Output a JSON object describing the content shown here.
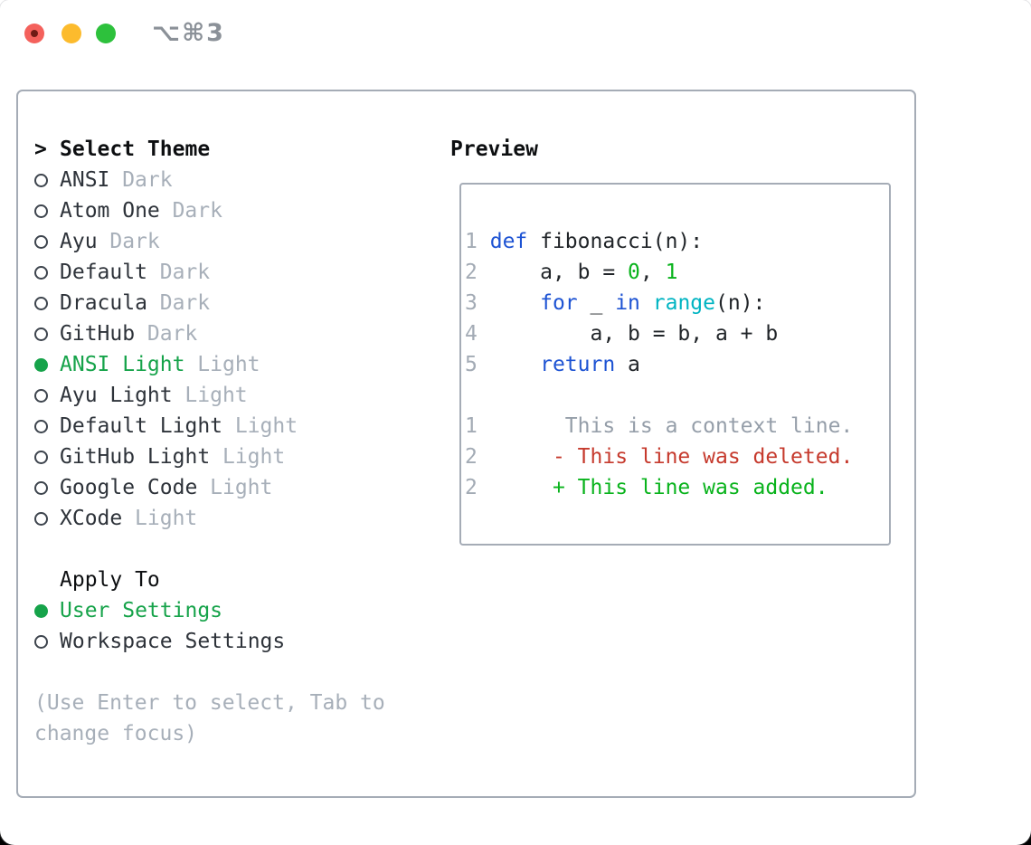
{
  "window": {
    "title": "⌥⌘3"
  },
  "colors": {
    "border": "#a5acb6",
    "heading": "#0d0f11",
    "text": "#2e333a",
    "muted": "#a7afb9",
    "radio": "#3d444d",
    "green-sel": "#16a34a",
    "linenum": "#a3abb5",
    "plain": "#212529",
    "kw": "#1d53d3",
    "builtin": "#00b4c2",
    "green": "#09b31c",
    "red": "#c63a2d",
    "ctx": "#959ea9",
    "title": "#8b9198",
    "close": "#f4615c",
    "minimize": "#fcbb2d",
    "maximize": "#2dc13c"
  },
  "theme_picker": {
    "cursor": ">",
    "header": "Select Theme",
    "options": [
      {
        "name": "ANSI",
        "variant": "Dark",
        "selected": false
      },
      {
        "name": "Atom One",
        "variant": "Dark",
        "selected": false
      },
      {
        "name": "Ayu",
        "variant": "Dark",
        "selected": false
      },
      {
        "name": "Default",
        "variant": "Dark",
        "selected": false
      },
      {
        "name": "Dracula",
        "variant": "Dark",
        "selected": false
      },
      {
        "name": "GitHub",
        "variant": "Dark",
        "selected": false
      },
      {
        "name": "ANSI Light",
        "variant": "Light",
        "selected": true
      },
      {
        "name": "Ayu Light",
        "variant": "Light",
        "selected": false
      },
      {
        "name": "Default Light",
        "variant": "Light",
        "selected": false
      },
      {
        "name": "GitHub Light",
        "variant": "Light",
        "selected": false
      },
      {
        "name": "Google Code",
        "variant": "Light",
        "selected": false
      },
      {
        "name": "XCode",
        "variant": "Light",
        "selected": false
      }
    ]
  },
  "apply_to": {
    "header": "Apply To",
    "options": [
      {
        "name": "User Settings",
        "selected": true
      },
      {
        "name": "Workspace Settings",
        "selected": false
      }
    ]
  },
  "hint": "(Use Enter to select, Tab to change focus)",
  "preview": {
    "header": "Preview",
    "lines": [
      [
        {
          "t": "1",
          "c": "num"
        },
        {
          "t": " ",
          "c": "p"
        },
        {
          "t": "def",
          "c": "k"
        },
        {
          "t": " fibonacci(n):",
          "c": "p"
        }
      ],
      [
        {
          "t": "2",
          "c": "num"
        },
        {
          "t": "     a, b = ",
          "c": "p"
        },
        {
          "t": "0",
          "c": "g"
        },
        {
          "t": ", ",
          "c": "p"
        },
        {
          "t": "1",
          "c": "g"
        }
      ],
      [
        {
          "t": "3",
          "c": "num"
        },
        {
          "t": "     ",
          "c": "p"
        },
        {
          "t": "for",
          "c": "k"
        },
        {
          "t": " _ ",
          "c": "p"
        },
        {
          "t": "in",
          "c": "k"
        },
        {
          "t": " ",
          "c": "p"
        },
        {
          "t": "range",
          "c": "b"
        },
        {
          "t": "(n):",
          "c": "p"
        }
      ],
      [
        {
          "t": "4",
          "c": "num"
        },
        {
          "t": "         a, b = b, a + b",
          "c": "p"
        }
      ],
      [
        {
          "t": "5",
          "c": "num"
        },
        {
          "t": "     ",
          "c": "p"
        },
        {
          "t": "return",
          "c": "k"
        },
        {
          "t": " a",
          "c": "p"
        }
      ],
      [],
      [
        {
          "t": "1",
          "c": "num"
        },
        {
          "t": "       This is a context line.",
          "c": "x"
        }
      ],
      [
        {
          "t": "2",
          "c": "num"
        },
        {
          "t": "      ",
          "c": "p"
        },
        {
          "t": "- This line was deleted.",
          "c": "r"
        }
      ],
      [
        {
          "t": "2",
          "c": "num"
        },
        {
          "t": "      ",
          "c": "p"
        },
        {
          "t": "+ This line was added.",
          "c": "g"
        }
      ]
    ]
  }
}
